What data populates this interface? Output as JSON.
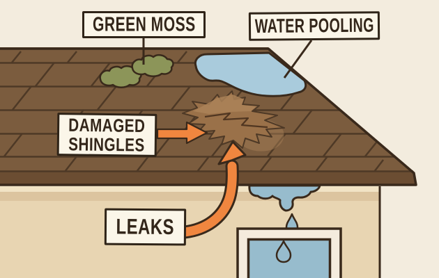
{
  "illustration": {
    "labels": {
      "green_moss": "GREEN MOSS",
      "water_pooling": "WATER POOLING",
      "damaged_shingles": [
        "DAMAGED",
        "SHINGLES"
      ],
      "leaks": "LEAKS"
    },
    "scene": {
      "house_parts": [
        "shingled-roof",
        "ridge-edge",
        "fascia-eave",
        "house-wall",
        "window-with-water"
      ],
      "problems": [
        "green-moss-clumps",
        "water-pool-on-roof",
        "damaged-shingle-patch",
        "leaking-water-drips"
      ],
      "annotations": [
        "green-moss-pointer-line",
        "water-pooling-pointer-line",
        "damaged-shingles-arrow",
        "leaks-curved-arrow"
      ]
    },
    "colors": {
      "background": "#f3ecde",
      "roof": "#7b5c3e",
      "roof_line": "#4e3926",
      "fascia": "#6b4d32",
      "outline": "#39291b",
      "wall": "#e8d5b2",
      "soffit_shadow": "#dcc49f",
      "soffit_highlight": "#f1e3c5",
      "moss": "#8c9559",
      "water": "#a9cbdc",
      "drip_water": "#97bccd",
      "splat": "#9a7149",
      "splat_highlight": "#ab8258",
      "arrow": "#f0863f",
      "label_bg": "#fbf6e9",
      "label_border": "#2f2418",
      "label_text": "#33261a",
      "window_frame": "#f4ebdd"
    }
  }
}
